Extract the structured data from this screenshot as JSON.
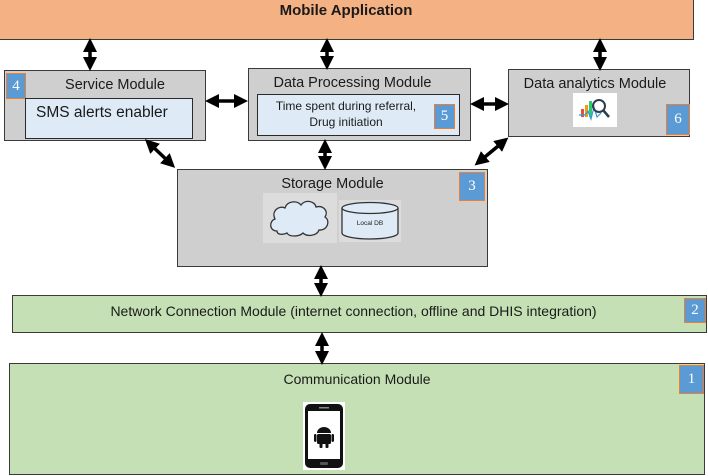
{
  "mobile_application": {
    "title": "Mobile Application"
  },
  "service_module": {
    "title": "Service Module",
    "badge": "4",
    "inner_text": "SMS alerts enabler"
  },
  "data_processing_module": {
    "title": "Data Processing Module",
    "badge": "5",
    "inner_text_line1": "Time spent during referral,",
    "inner_text_line2": "Drug initiation"
  },
  "data_analytics_module": {
    "title": "Data analytics Module",
    "badge": "6",
    "icon": "analytics-chart-magnifier-icon"
  },
  "storage_module": {
    "title": "Storage Module",
    "badge": "3",
    "cloud_icon": "cloud-icon",
    "db_label": "Local DB"
  },
  "network_module": {
    "title": "Network Connection Module (internet connection, offline and DHIS integration)",
    "badge": "2"
  },
  "communication_module": {
    "title": "Communication Module",
    "badge": "1",
    "icon": "android-phone-icon"
  },
  "colors": {
    "app_bar": "#f4b183",
    "module_grey": "#d0cfcf",
    "module_green": "#c5e0b4",
    "inner_blue": "#deebf7",
    "badge_fill": "#5b9bd5",
    "badge_border": "#ed7d31"
  }
}
